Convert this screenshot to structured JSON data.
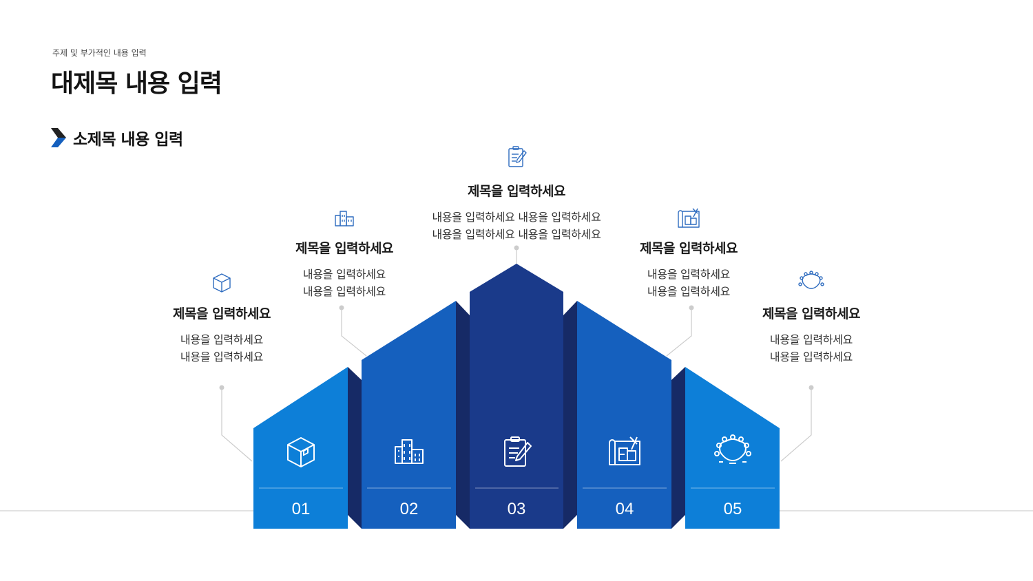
{
  "header": {
    "eyebrow": "주제 및 부가적인 내용 입력",
    "title": "대제목 내용 입력",
    "subtitle": "소제목 내용 입력"
  },
  "colors": {
    "light_blue": "#0d7fd8",
    "mid_blue": "#1560be",
    "dark_blue": "#1a3a8a",
    "shadow": "#162a66",
    "icon_outline": "#2d6bbf",
    "connector": "#cccccc"
  },
  "items": [
    {
      "number": "01",
      "title": "제목을 입력하세요",
      "lines": [
        "내용을 입력하세요",
        "내용을 입력하세요"
      ],
      "icon": "box-icon"
    },
    {
      "number": "02",
      "title": "제목을 입력하세요",
      "lines": [
        "내용을 입력하세요",
        "내용을 입력하세요"
      ],
      "icon": "buildings-icon"
    },
    {
      "number": "03",
      "title": "제목을 입력하세요",
      "lines": [
        "내용을 입력하세요 내용을 입력하세요",
        "내용을 입력하세요 내용을 입력하세요"
      ],
      "icon": "clipboard-icon"
    },
    {
      "number": "04",
      "title": "제목을 입력하세요",
      "lines": [
        "내용을 입력하세요",
        "내용을 입력하세요"
      ],
      "icon": "blueprint-icon"
    },
    {
      "number": "05",
      "title": "제목을 입력하세요",
      "lines": [
        "내용을 입력하세요",
        "내용을 입력하세요"
      ],
      "icon": "meeting-icon"
    }
  ]
}
